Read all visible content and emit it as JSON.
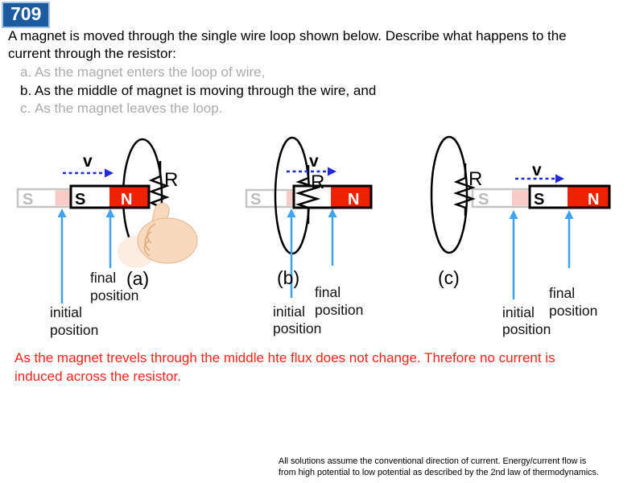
{
  "header": {
    "problem_number": "709"
  },
  "question": {
    "lines": [
      "A magnet is moved through the single wire loop shown below. Describe what happens to the",
      "current through the resistor:"
    ],
    "items": [
      {
        "label": "a.",
        "text": "As the magnet enters the loop of wire,"
      },
      {
        "label": "b.",
        "text": "As the middle of magnet is moving through the wire, and"
      },
      {
        "label": "c.",
        "text": "As the magnet leaves the loop."
      }
    ]
  },
  "diagrams": [
    {
      "caption": "(a)",
      "velocity_label": "v",
      "resistor_label": "R",
      "ghost_south_label": "S",
      "south_label": "S",
      "north_label": "N",
      "initial_line1": "initial",
      "initial_line2": "position",
      "final_line1": "final",
      "final_line2": "position"
    },
    {
      "caption": "(b)",
      "velocity_label": "v",
      "resistor_label": "R",
      "ghost_south_label": "S",
      "north_label": "N",
      "initial_line1": "initial",
      "initial_line2": "position",
      "final_line1": "final",
      "final_line2": "position"
    },
    {
      "caption": "(c)",
      "velocity_label": "v",
      "resistor_label": "R",
      "ghost_south_label": "S",
      "south_label": "S",
      "north_label": "N",
      "initial_line1": "initial",
      "initial_line2": "position",
      "final_line1": "final",
      "final_line2": "position"
    }
  ],
  "answer": {
    "lines": [
      "As the magnet trevels through the middle hte flux does not change. Threfore no current is",
      "induced across the resistor."
    ]
  },
  "footer": {
    "lines": [
      "All solutions assume the conventional direction of current. Energy/current flow is",
      "from high potential to low potential as described by the 2nd law of thermodynamics."
    ]
  },
  "colors": {
    "badge_blue": "#1B5A9E",
    "magnet_north_red": "#EE2200",
    "ghost_pink": "#F8CCC6",
    "position_arrow_blue": "#3FA2F2",
    "velocity_arrow_blue": "#2328D8",
    "answer_red": "#F3251B",
    "dim_text_gray": "#ABABAB"
  }
}
